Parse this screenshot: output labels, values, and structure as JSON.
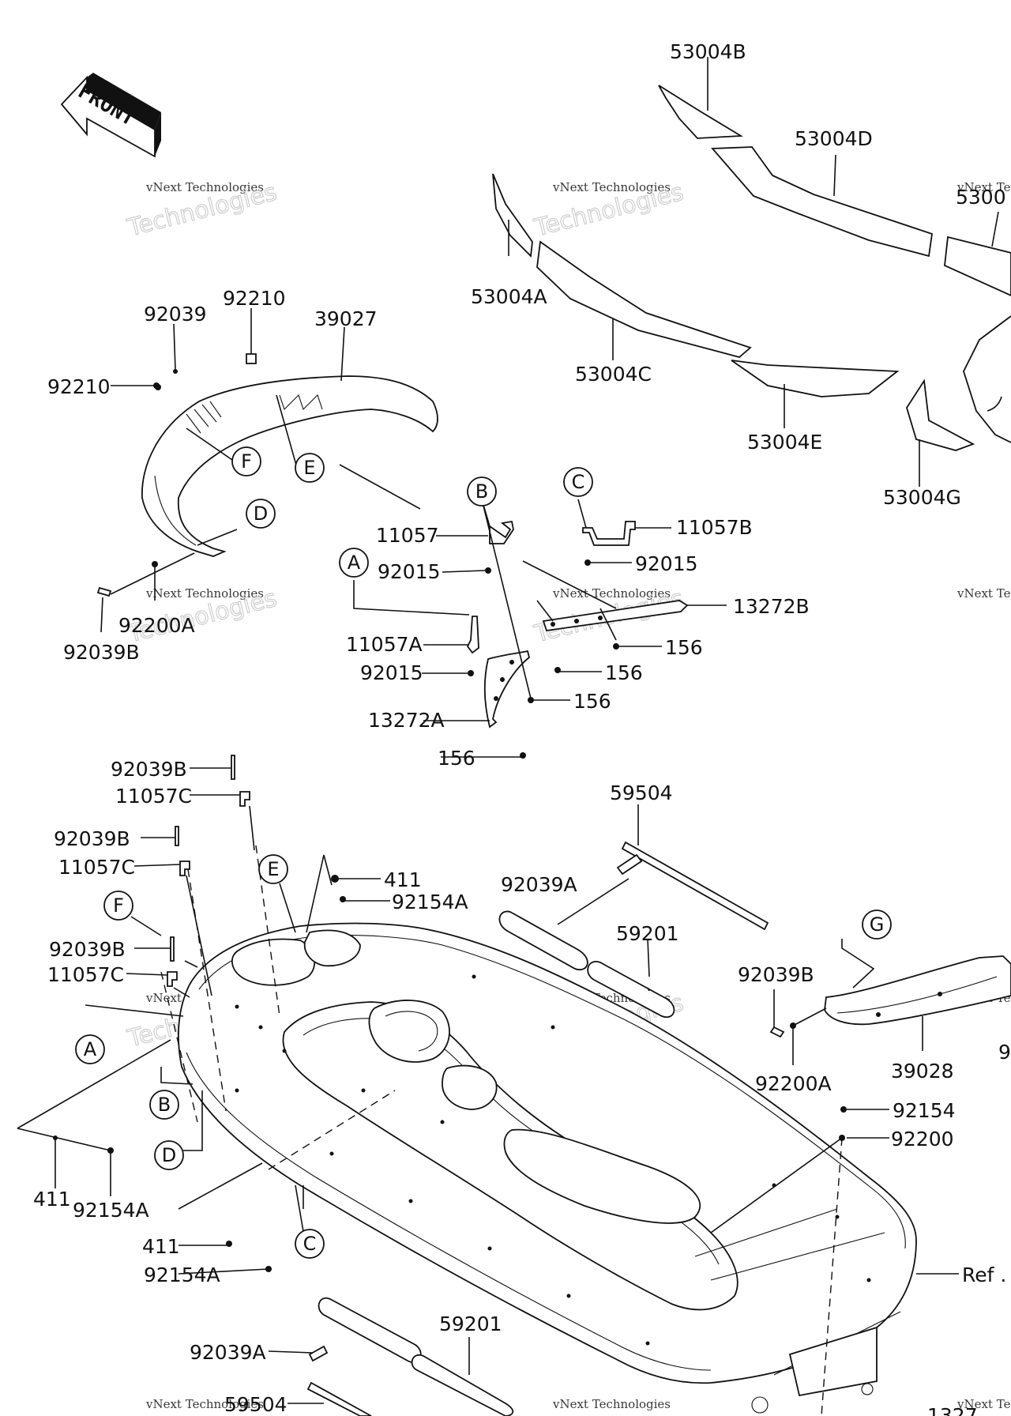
{
  "diagram": {
    "direction_label": "FRONT",
    "watermark": {
      "line1": "vNext Technologies",
      "line2": "Technologies"
    },
    "labels": {
      "p53004B": "53004B",
      "p53004D": "53004D",
      "p5300x": "5300",
      "p53004A": "53004A",
      "p53004C": "53004C",
      "p53004E": "53004E",
      "p53004G": "53004G",
      "p92039_top": "92039",
      "p92210_top": "92210",
      "p39027": "39027",
      "p92210_left": "92210",
      "p92039B_top": "92039B",
      "p92200A_top": "92200A",
      "p11057": "11057",
      "p92015_1": "92015",
      "p11057A": "11057A",
      "p92015_2": "92015",
      "p13272A": "13272A",
      "p156_1": "156",
      "p11057B": "11057B",
      "p92015_3": "92015",
      "p13272B": "13272B",
      "p156_2": "156",
      "p156_3": "156",
      "p156_4": "156",
      "p92039B_a": "92039B",
      "p11057C_a": "11057C",
      "p92039B_b": "92039B",
      "p11057C_b": "11057C",
      "p92039B_c": "92039B",
      "p11057C_c": "11057C",
      "p411_top": "411",
      "p92154A_top": "92154A",
      "p59504_top": "59504",
      "p92039A_top": "92039A",
      "p59201_top": "59201",
      "p92039B_right": "92039B",
      "p92200A_right": "92200A",
      "p39028": "39028",
      "p92154": "92154",
      "p92200": "92200",
      "p411_left": "411",
      "p92154A_left": "92154A",
      "p411_mid": "411",
      "p92154A_mid": "92154A",
      "pRef": "Ref .",
      "p92039A_bot": "92039A",
      "p59201_bot": "59201",
      "p59504_bot": "59504",
      "p9_right": "9",
      "p1327_bot": "1327"
    },
    "callouts": {
      "A_top": "A",
      "B_top": "B",
      "C_top": "C",
      "D_top": "D",
      "E_top": "E",
      "F_top": "F",
      "E_mid": "E",
      "F_mid": "F",
      "G_mid": "G",
      "A_low": "A",
      "B_low": "B",
      "D_low": "D",
      "C_low": "C"
    }
  }
}
